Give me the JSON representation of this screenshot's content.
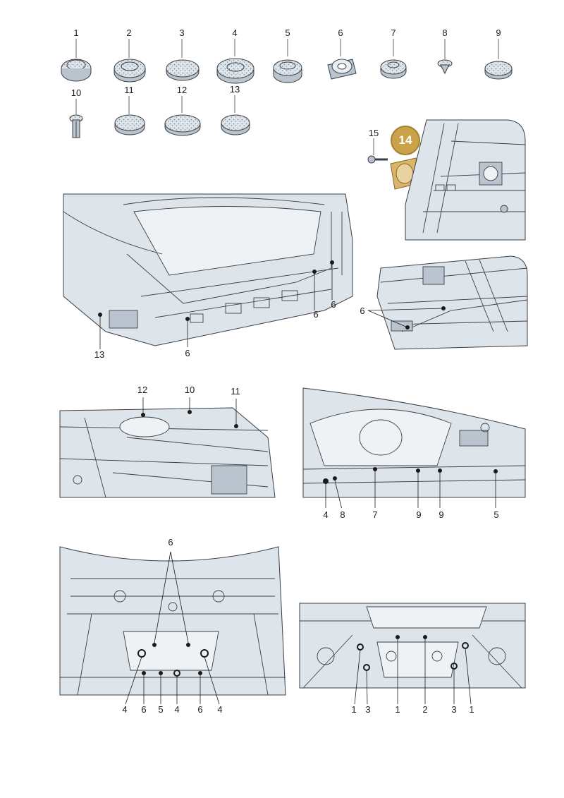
{
  "colors": {
    "metal": "#dde4ea",
    "metal_dark": "#b9c4cf",
    "line": "#3a3f45",
    "highlight": "#c9a24a"
  },
  "parts": [
    {
      "num": "1",
      "icon": "grommet-icon"
    },
    {
      "num": "2",
      "icon": "grommet-icon"
    },
    {
      "num": "3",
      "icon": "plug-icon"
    },
    {
      "num": "4",
      "icon": "grommet-icon"
    },
    {
      "num": "5",
      "icon": "grommet-icon"
    },
    {
      "num": "6",
      "icon": "tape-roll-icon"
    },
    {
      "num": "7",
      "icon": "grommet-icon"
    },
    {
      "num": "8",
      "icon": "clip-icon"
    },
    {
      "num": "9",
      "icon": "plug-icon"
    },
    {
      "num": "10",
      "icon": "expanding-rivet-icon"
    },
    {
      "num": "11",
      "icon": "plug-icon"
    },
    {
      "num": "12",
      "icon": "plug-icon"
    },
    {
      "num": "13",
      "icon": "plug-icon"
    }
  ],
  "callout": {
    "screw": "15",
    "badge": "14"
  },
  "panels": {
    "rear_trunk": {
      "labels": [
        "6",
        "6",
        "13",
        "6"
      ]
    },
    "side_rail": {
      "labels": [
        "6"
      ]
    },
    "firewall_top": {
      "labels": [
        "12",
        "10",
        "11"
      ]
    },
    "front_dash": {
      "labels": [
        "4",
        "8",
        "7",
        "9",
        "9",
        "5"
      ]
    },
    "floor": {
      "labels": [
        "6",
        "4",
        "6",
        "5",
        "4",
        "6",
        "4"
      ]
    },
    "underbody": {
      "labels": [
        "1",
        "3",
        "1",
        "2",
        "3",
        "1"
      ]
    }
  }
}
